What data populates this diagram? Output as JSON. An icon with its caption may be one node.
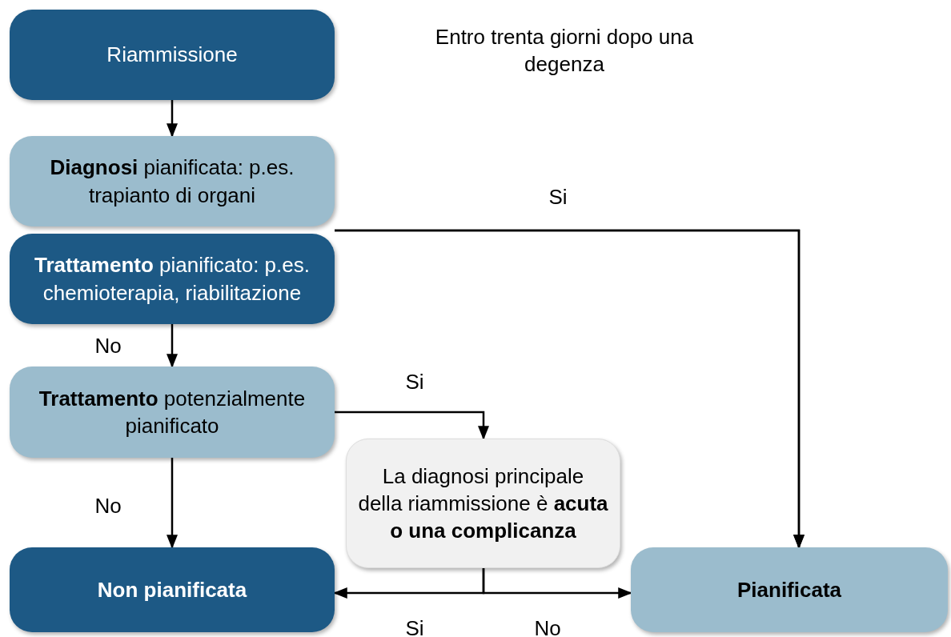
{
  "diagram": {
    "nodes": [
      {
        "text": [
          "Riammissione"
        ]
      },
      {
        "text": [
          "**Diagnosi** pianificata: p.es. trapianto di organi"
        ]
      },
      {
        "text": [
          "**Trattamento** pianificato: p.es. chemioterapia, riabilitazione"
        ]
      },
      {
        "text": [
          "**Trattamento** potenzialmente pianificato"
        ]
      },
      {
        "text": [
          "La diagnosi principale della riammissione è **acuta o una complicanza**"
        ]
      },
      {
        "text": [
          "Non pianificata"
        ]
      },
      {
        "text": [
          "Pianificata"
        ]
      }
    ],
    "edges": [
      {
        "from": 0,
        "to": 1,
        "arrow": "to"
      },
      {
        "from": 1,
        "to": 6,
        "arrow": "to",
        "label": "Si"
      },
      {
        "from": 2,
        "to": 6,
        "arrow": "to"
      },
      {
        "from": 2,
        "to": 3,
        "arrow": "to",
        "label": "No"
      },
      {
        "from": 3,
        "to": 4,
        "arrow": "to",
        "label": "Si"
      },
      {
        "from": 3,
        "to": 5,
        "arrow": "to",
        "label": "No"
      },
      {
        "from": 4,
        "to": 5,
        "arrow": "to",
        "label": "Si"
      },
      {
        "from": 4,
        "to": 6,
        "arrow": "to",
        "label": "No"
      }
    ],
    "labels": [
      "Entro trenta giorni dopo una degenza"
    ]
  }
}
